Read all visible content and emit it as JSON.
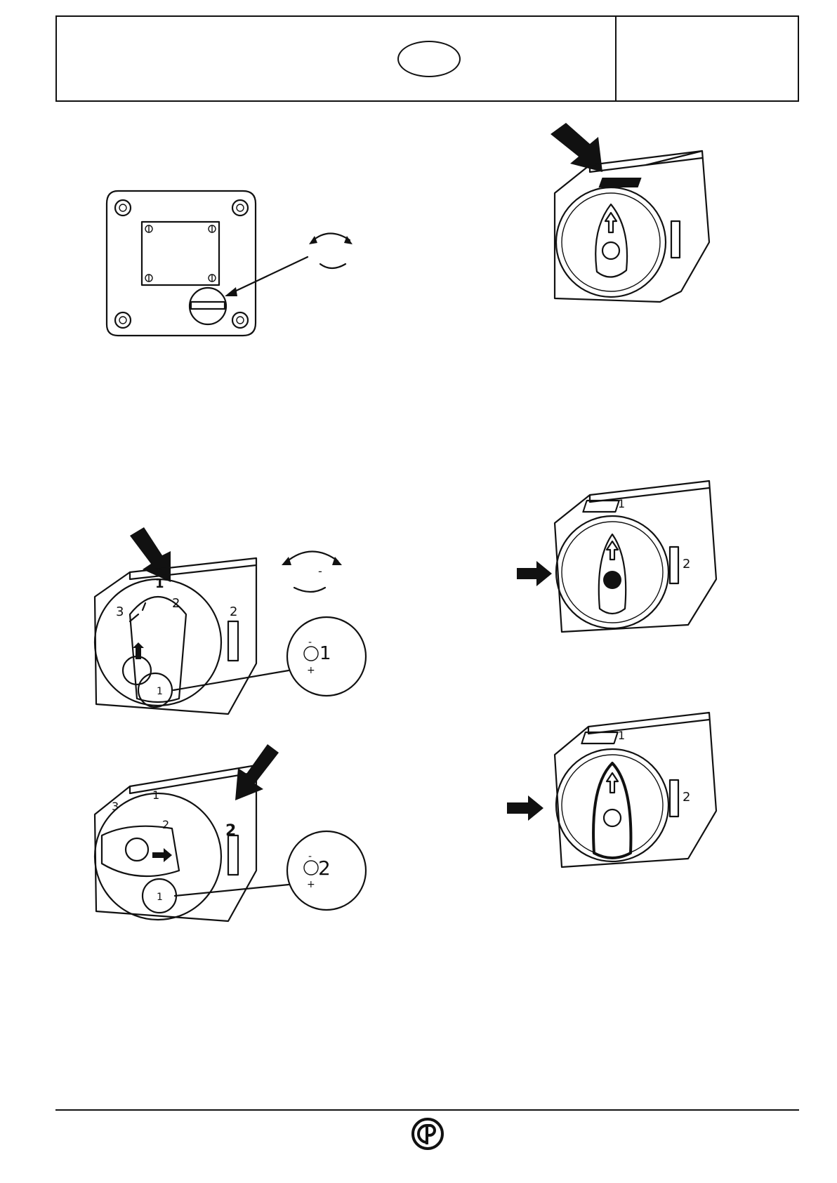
{
  "figures": {
    "fig2": {
      "top_label": "1",
      "right_label": "2",
      "dial_numbers": [
        "3",
        "2",
        "1"
      ],
      "zoom_label": "1",
      "zoom_minus": "-",
      "zoom_plus": "+",
      "rotate_minus": "-"
    },
    "fig3": {
      "top_label": "1",
      "right_label": "2",
      "dial_numbers": [
        "3",
        "2",
        "1"
      ],
      "zoom_label": "2",
      "zoom_minus": "-",
      "zoom_plus": "+"
    },
    "fig5": {
      "top_label": "1",
      "right_label": "2"
    },
    "fig6": {
      "top_label": "1",
      "right_label": "2"
    }
  },
  "icons": {
    "rotate": "rotate-arrows-icon",
    "push": "push-arrow-icon",
    "logo": "cp-logo-icon"
  },
  "colors": {
    "ink": "#111111",
    "paper": "#ffffff"
  }
}
